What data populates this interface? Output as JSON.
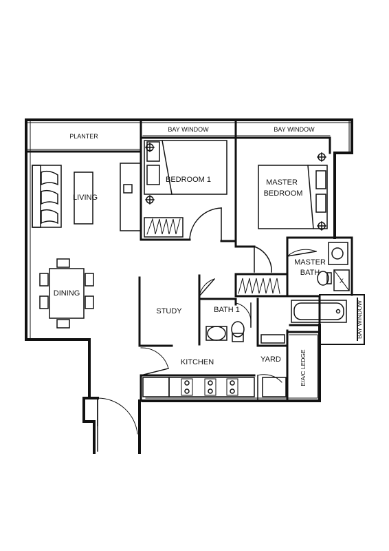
{
  "rooms": {
    "planter": "PLANTER",
    "bay_window_1": "BAY WINDOW",
    "bay_window_2": "BAY WINDOW",
    "bedroom_1": "BEDROOM 1",
    "master_bedroom_line1": "MASTER",
    "master_bedroom_line2": "BEDROOM",
    "living": "LIVING",
    "dining": "DINING",
    "master_bath_line1": "MASTER",
    "master_bath_line2": "BATH",
    "study": "STUDY",
    "bath_1": "BATH 1",
    "kitchen": "KITCHEN",
    "yard": "YARD",
    "ac_ledge": "E/A/C LEDGE",
    "bay_window_3": "BAY WINDOW"
  },
  "fixtures": {
    "shower_mark": "X"
  }
}
